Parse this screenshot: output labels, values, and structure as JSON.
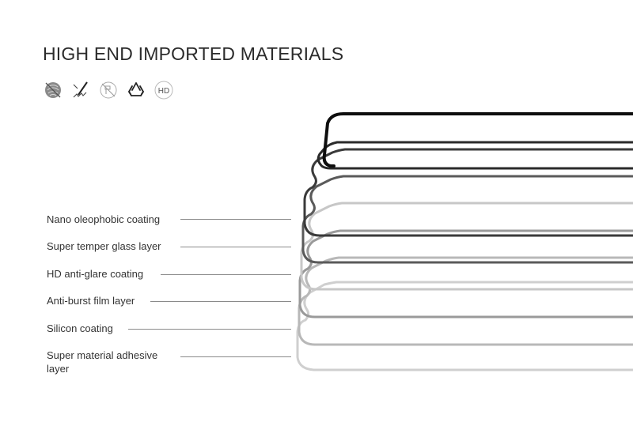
{
  "title": "HIGH END IMPORTED MATERIALS",
  "feature_icons": [
    {
      "icon": "anti-fingerprint-icon"
    },
    {
      "icon": "anti-scratch-icon"
    },
    {
      "icon": "no-glare-icon"
    },
    {
      "icon": "recycle-icon"
    },
    {
      "icon": "hd-icon",
      "text": "HD"
    }
  ],
  "layers": [
    {
      "label": "Nano oleophobic coating"
    },
    {
      "label": "Super temper glass layer"
    },
    {
      "label": "HD anti-glare coating"
    },
    {
      "label": "Anti-burst film layer"
    },
    {
      "label": "Silicon coating"
    },
    {
      "label": "Super material adhesive layer"
    }
  ],
  "colors": {
    "text": "#333333",
    "leader": "#8a8a8a",
    "layer_top": "#111111",
    "layer_bottom": "#c8c8c8"
  }
}
